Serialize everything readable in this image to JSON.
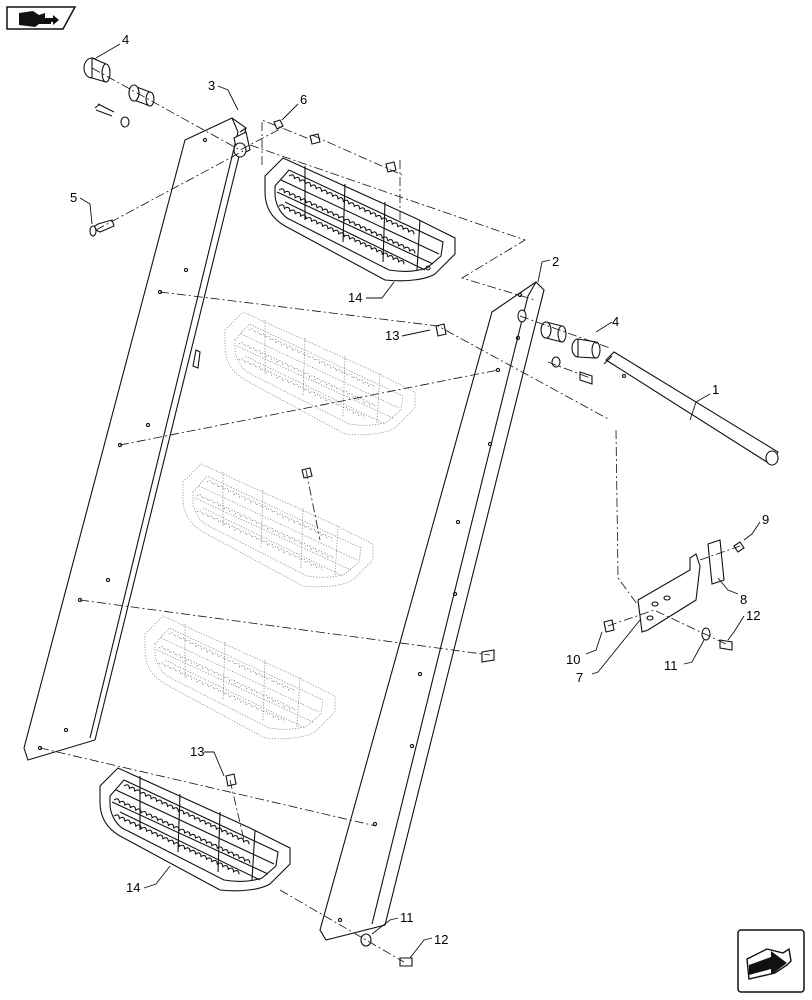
{
  "navigation": {
    "top_icon": "book-arrow-icon",
    "bottom_icon": "next-page-arrow-icon"
  },
  "callouts": [
    {
      "id": "c-4a",
      "text": "4"
    },
    {
      "id": "c-3",
      "text": "3"
    },
    {
      "id": "c-6",
      "text": "6"
    },
    {
      "id": "c-5",
      "text": "5"
    },
    {
      "id": "c-14a",
      "text": "14"
    },
    {
      "id": "c-2",
      "text": "2"
    },
    {
      "id": "c-13a",
      "text": "13"
    },
    {
      "id": "c-4b",
      "text": "4"
    },
    {
      "id": "c-1",
      "text": "1"
    },
    {
      "id": "c-9",
      "text": "9"
    },
    {
      "id": "c-8",
      "text": "8"
    },
    {
      "id": "c-12a",
      "text": "12"
    },
    {
      "id": "c-10",
      "text": "10"
    },
    {
      "id": "c-11a",
      "text": "11"
    },
    {
      "id": "c-7",
      "text": "7"
    },
    {
      "id": "c-13b",
      "text": "13"
    },
    {
      "id": "c-14b",
      "text": "14"
    },
    {
      "id": "c-11b",
      "text": "11"
    },
    {
      "id": "c-12b",
      "text": "12"
    }
  ]
}
